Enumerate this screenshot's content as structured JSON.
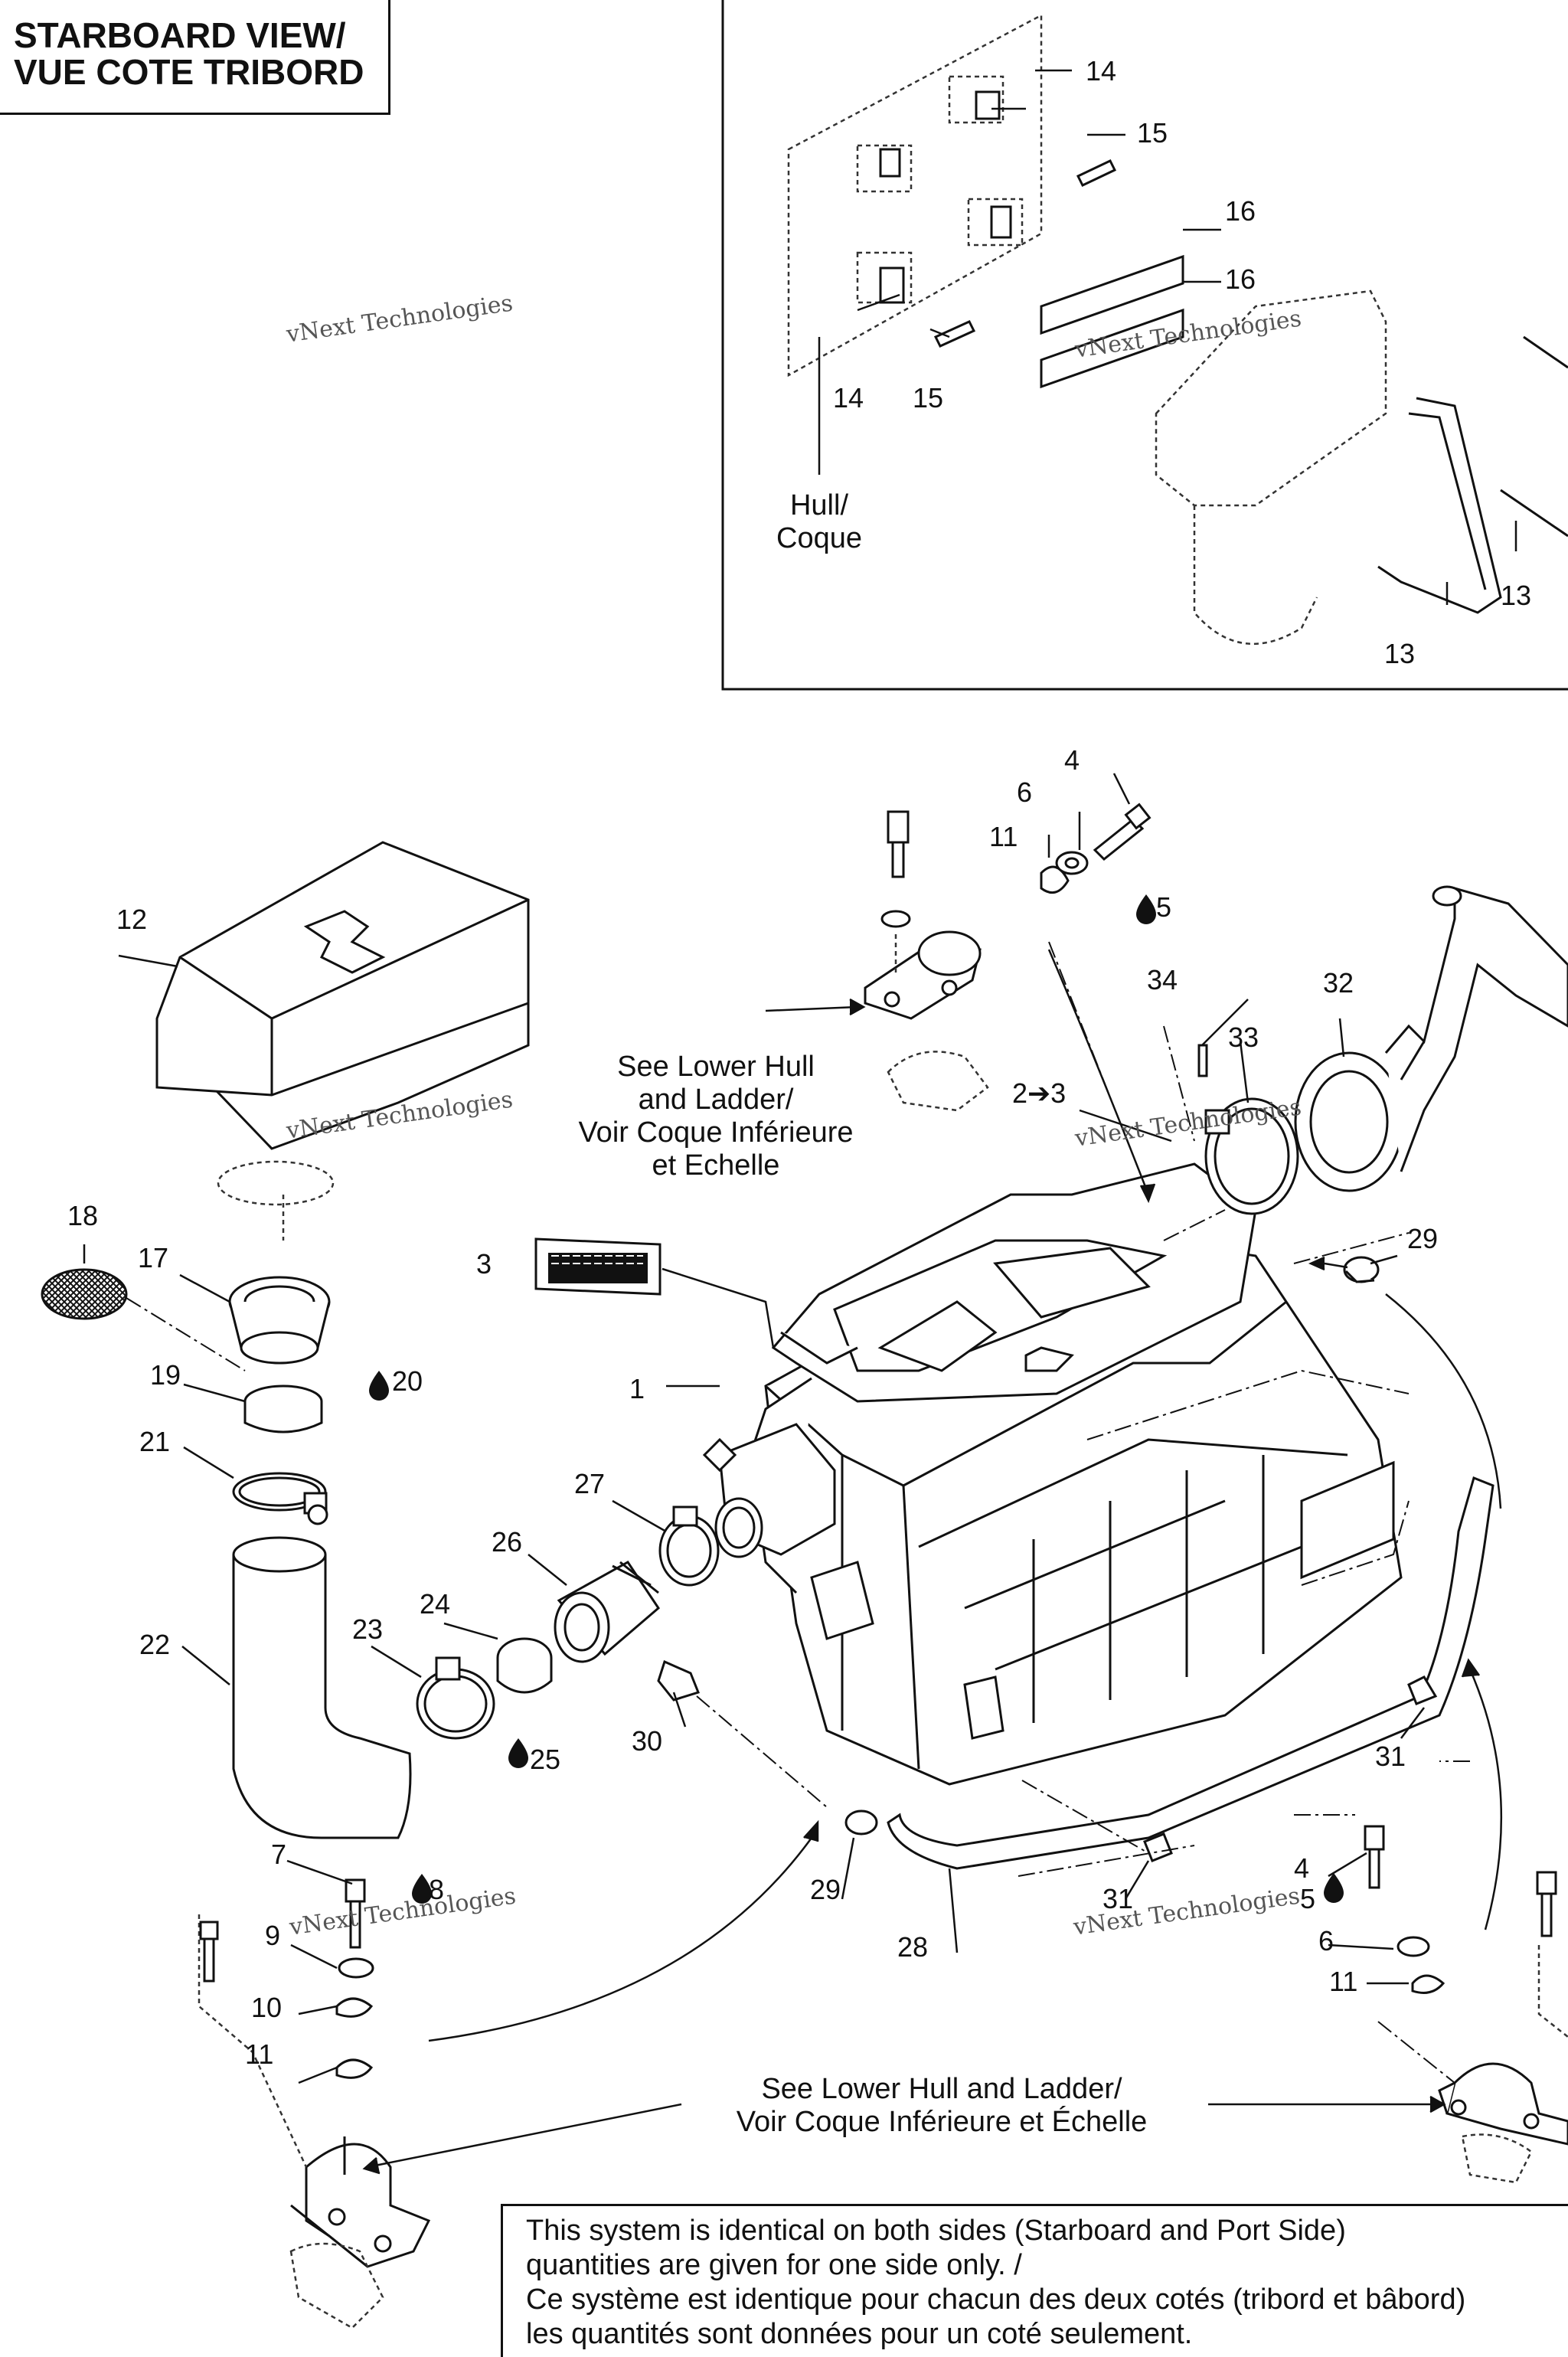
{
  "title": {
    "line1": "STARBOARD VIEW/",
    "line2": "VUE COTE TRIBORD"
  },
  "inset_labels": {
    "hull": "Hull/",
    "coque": "Coque"
  },
  "callouts": {
    "c1": "1",
    "c2to3": "2➔3",
    "c3": "3",
    "c4a": "4",
    "c4b": "4",
    "c5a": "5",
    "c5b": "5",
    "c6a": "6",
    "c6b": "6",
    "c7": "7",
    "c8": "8",
    "c9": "9",
    "c10": "10",
    "c11a": "11",
    "c11b": "11",
    "c11c": "11",
    "c12": "12",
    "c13a": "13",
    "c13b": "13",
    "c14a": "14",
    "c14b": "14",
    "c15a": "15",
    "c15b": "15",
    "c16a": "16",
    "c16b": "16",
    "c17": "17",
    "c18": "18",
    "c19": "19",
    "c20": "20",
    "c21": "21",
    "c22": "22",
    "c23": "23",
    "c24": "24",
    "c25": "25",
    "c26": "26",
    "c27": "27",
    "c28": "28",
    "c29a": "29",
    "c29b": "29",
    "c30": "30",
    "c31a": "31",
    "c31b": "31",
    "c32": "32",
    "c33": "33",
    "c34": "34"
  },
  "see_lower_hull_1": {
    "l1": "See Lower Hull",
    "l2": "and Ladder/",
    "l3": "Voir Coque Inférieure",
    "l4": "et Echelle"
  },
  "see_lower_hull_2": {
    "l1": "See Lower Hull and Ladder/",
    "l2": "Voir Coque Inférieure et Échelle"
  },
  "note": {
    "l1": "This system is identical on both sides (Starboard and Port Side)",
    "l2": "quantities are given for one side only. /",
    "l3": "Ce système est identique pour chacun des deux cotés (tribord et bâbord)",
    "l4": "les quantités sont données pour un coté seulement."
  },
  "watermark": {
    "line1": "vNext Technologies",
    "line2": "vNext Technologies"
  },
  "icons": [
    "drop-icon",
    "warning-decal",
    "engine-illustration",
    "hose-illustration"
  ]
}
